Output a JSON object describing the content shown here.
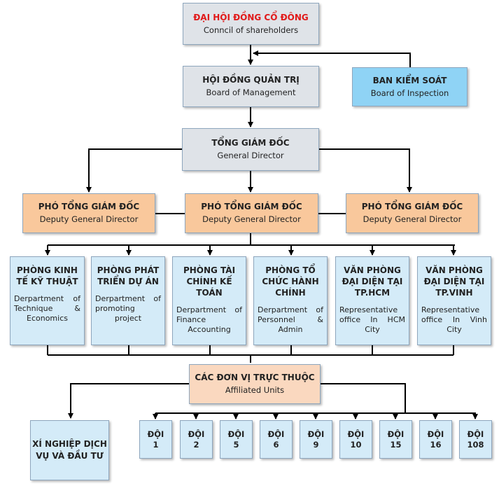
{
  "colors": {
    "line": "#000000",
    "title_red": "#e11919"
  },
  "shareholders": {
    "vn": "ĐẠI HỘI ĐỒNG CỔ ĐÔNG",
    "en": "Conncil of shareholders"
  },
  "board_management": {
    "vn": "HỘI ĐỒNG QUẢN TRỊ",
    "en": "Board of Management"
  },
  "board_inspection": {
    "vn": "BAN KIỂM SOÁT",
    "en": "Board of Inspection"
  },
  "general_director": {
    "vn": "TỔNG GIÁM ĐỐC",
    "en": "General Director"
  },
  "deputies": [
    {
      "vn": "PHÓ TỔNG GIÁM ĐỐC",
      "en": "Deputy General Director"
    },
    {
      "vn": "PHÓ TỔNG GIÁM ĐỐC",
      "en": "Deputy General Director"
    },
    {
      "vn": "PHÓ TỔNG GIÁM ĐỐC",
      "en": "Deputy General Director"
    }
  ],
  "departments": [
    {
      "vn": "PHÒNG KINH TẾ KỸ THUẬT",
      "en": "Derpartment of Technique & Economics"
    },
    {
      "vn": "PHÒNG PHÁT TRIỂN DỰ ÁN",
      "en": "Derpartment of promoting project"
    },
    {
      "vn": "PHÒNG TÀI CHÍNH KẾ TOÁN",
      "en": "Derpartment of Finance Accounting"
    },
    {
      "vn": "PHÒNG TỔ CHỨC HÀNH CHÍNH",
      "en": "Derpartment of Personnel & Admin"
    },
    {
      "vn": "VĂN PHÒNG ĐẠI DIỆN TẠI TP.HCM",
      "en": "Representative office In HCM City"
    },
    {
      "vn": "VĂN PHÒNG ĐẠI DIỆN TẠI TP.VINH",
      "en": "Representative office In Vinh City"
    }
  ],
  "affiliated": {
    "vn": "CÁC ĐƠN VỊ TRỰC THUỘC",
    "en": "Affiliated Units"
  },
  "enterprise": {
    "vn": "XÍ NGHIỆP DỊCH VỤ VÀ ĐẦU TƯ"
  },
  "teams": [
    {
      "label": "ĐỘI",
      "num": "1"
    },
    {
      "label": "ĐỘI",
      "num": "2"
    },
    {
      "label": "ĐỘI",
      "num": "5"
    },
    {
      "label": "ĐỘI",
      "num": "6"
    },
    {
      "label": "ĐỘI",
      "num": "9"
    },
    {
      "label": "ĐỘI",
      "num": "10"
    },
    {
      "label": "ĐỘI",
      "num": "15"
    },
    {
      "label": "ĐỘI",
      "num": "16"
    },
    {
      "label": "ĐỘI",
      "num": "108"
    }
  ]
}
